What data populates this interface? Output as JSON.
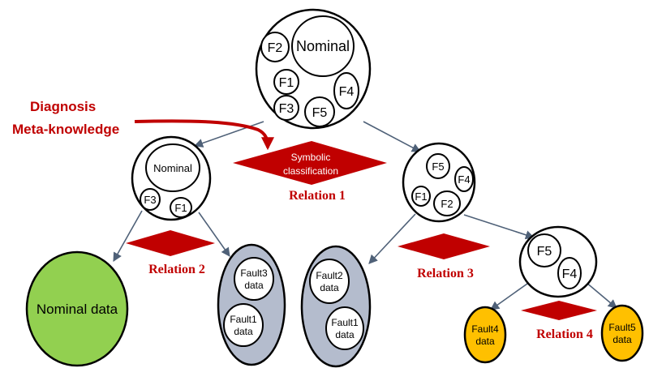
{
  "annotation": {
    "line1": "Diagnosis",
    "line2": "Meta-knowledge"
  },
  "root": {
    "nominal": "Nominal",
    "f1": "F1",
    "f2": "F2",
    "f3": "F3",
    "f4": "F4",
    "f5": "F5"
  },
  "relation1": {
    "line1": "Symbolic",
    "line2": "classification",
    "label": "Relation 1"
  },
  "left": {
    "nominal": "Nominal",
    "f1": "F1",
    "f3": "F3"
  },
  "right": {
    "f1": "F1",
    "f2": "F2",
    "f4": "F4",
    "f5": "F5"
  },
  "relation2": {
    "label": "Relation 2"
  },
  "relation3": {
    "label": "Relation 3"
  },
  "right_child": {
    "f4": "F4",
    "f5": "F5"
  },
  "relation4": {
    "label": "Relation 4"
  },
  "leaves": {
    "nominal_data": "Nominal data",
    "group_a": [
      {
        "l1": "Fault3",
        "l2": "data"
      },
      {
        "l1": "Fault1",
        "l2": "data"
      }
    ],
    "group_b": [
      {
        "l1": "Fault2",
        "l2": "data"
      },
      {
        "l1": "Fault1",
        "l2": "data"
      }
    ],
    "fault4": {
      "l1": "Fault4",
      "l2": "data"
    },
    "fault5": {
      "l1": "Fault5",
      "l2": "data"
    }
  },
  "colors": {
    "accent_red": "#c00000",
    "nominal_green": "#92d050",
    "fault_gray": "#b4bccd",
    "fault_yellow": "#ffc000",
    "edge": "#4f6178"
  }
}
